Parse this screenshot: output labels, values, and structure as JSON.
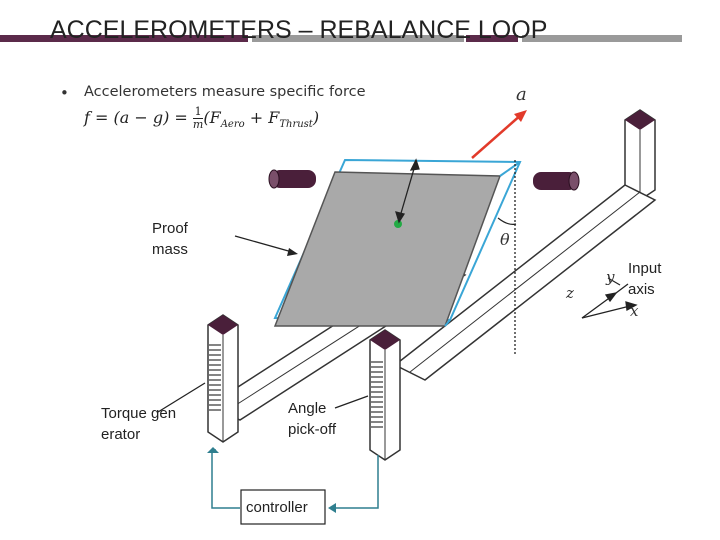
{
  "title": "ACCELEROMETERS – REBALANCE LOOP",
  "bullet": {
    "marker": "•",
    "text": "Accelerometers measure specific force"
  },
  "formula": {
    "lhs": "f = (a − g) = ",
    "frac_num": "1",
    "frac_den": "m",
    "rhs": "(F",
    "sub1": "Aero",
    "plus": " + F",
    "sub2": "Thrust",
    "close": ")"
  },
  "labels": {
    "proof_mass": "Proof mass",
    "input_axis": "Input axis",
    "torque_generator": "Torque generator",
    "angle_pickoff": "Angle pick-off",
    "controller": "controller",
    "accel_symbol": "a",
    "theta_symbol": "θ",
    "axis_y": "y",
    "axis_z": "z",
    "axis_x": "x"
  },
  "colors": {
    "title_bar_primary": "#5b2a4a",
    "title_bar_secondary": "#9a9a9a",
    "proof_mass_fill": "#a9a9a9",
    "proof_mass_edge": "#3aa6d6",
    "accel_arrow": "#e23a2a",
    "mass_center_dot": "#22aa44",
    "flexure_dark": "#4a1f3a",
    "wire": "#2f7f8f"
  }
}
